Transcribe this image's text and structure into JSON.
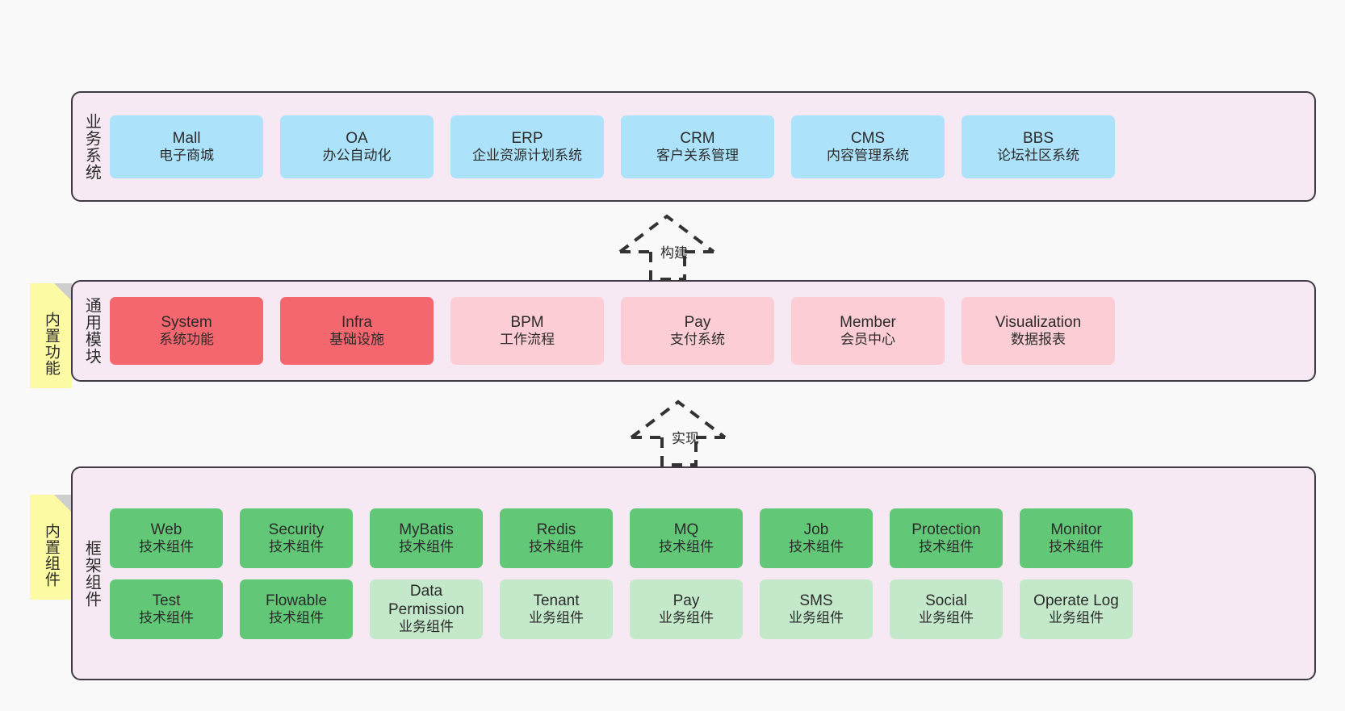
{
  "diagram": {
    "title": "",
    "background_color": "#f9f9f9",
    "panel_fill": "#f7e9f4",
    "panel_border": "#3f3a45",
    "note_fill": "#fcfaa2"
  },
  "layers": [
    {
      "key": "business",
      "title": "业务系统",
      "note": null,
      "rows": [
        {
          "boxes": [
            {
              "en": "Mall",
              "cn": "电子商城",
              "color": "#ace3fb",
              "style": "blue"
            },
            {
              "en": "OA",
              "cn": "办公自动化",
              "color": "#ace3fb",
              "style": "blue"
            },
            {
              "en": "ERP",
              "cn": "企业资源计划系统",
              "color": "#ace3fb",
              "style": "blue"
            },
            {
              "en": "CRM",
              "cn": "客户关系管理",
              "color": "#ace3fb",
              "style": "blue"
            },
            {
              "en": "CMS",
              "cn": "内容管理系统",
              "color": "#ace3fb",
              "style": "blue"
            },
            {
              "en": "BBS",
              "cn": "论坛社区系统",
              "color": "#ace3fb",
              "style": "blue"
            }
          ]
        }
      ]
    },
    {
      "key": "common",
      "title": "通用模块",
      "note": "内置功能",
      "rows": [
        {
          "boxes": [
            {
              "en": "System",
              "cn": "系统功能",
              "color": "#f4676e",
              "style": "red-strong"
            },
            {
              "en": "Infra",
              "cn": "基础设施",
              "color": "#f4676e",
              "style": "red-strong"
            },
            {
              "en": "BPM",
              "cn": "工作流程",
              "color": "#fccdd4",
              "style": "red-light"
            },
            {
              "en": "Pay",
              "cn": "支付系统",
              "color": "#fccdd4",
              "style": "red-light"
            },
            {
              "en": "Member",
              "cn": "会员中心",
              "color": "#fccdd4",
              "style": "red-light"
            },
            {
              "en": "Visualization",
              "cn": "数据报表",
              "color": "#fccdd4",
              "style": "red-light"
            }
          ]
        }
      ]
    },
    {
      "key": "framework",
      "title": "框架组件",
      "note": "内置组件",
      "rows": [
        {
          "boxes": [
            {
              "en": "Web",
              "cn": "技术组件",
              "color": "#62c878",
              "style": "green-strong"
            },
            {
              "en": "Security",
              "cn": "技术组件",
              "color": "#62c878",
              "style": "green-strong"
            },
            {
              "en": "MyBatis",
              "cn": "技术组件",
              "color": "#62c878",
              "style": "green-strong"
            },
            {
              "en": "Redis",
              "cn": "技术组件",
              "color": "#62c878",
              "style": "green-strong"
            },
            {
              "en": "MQ",
              "cn": "技术组件",
              "color": "#62c878",
              "style": "green-strong"
            },
            {
              "en": "Job",
              "cn": "技术组件",
              "color": "#62c878",
              "style": "green-strong"
            },
            {
              "en": "Protection",
              "cn": "技术组件",
              "color": "#62c878",
              "style": "green-strong"
            },
            {
              "en": "Monitor",
              "cn": "技术组件",
              "color": "#62c878",
              "style": "green-strong"
            }
          ]
        },
        {
          "boxes": [
            {
              "en": "Test",
              "cn": "技术组件",
              "color": "#62c878",
              "style": "green-strong"
            },
            {
              "en": "Flowable",
              "cn": "技术组件",
              "color": "#62c878",
              "style": "green-strong"
            },
            {
              "en": "Data Permission",
              "cn": "业务组件",
              "color": "#c3e9ca",
              "style": "green-light"
            },
            {
              "en": "Tenant",
              "cn": "业务组件",
              "color": "#c3e9ca",
              "style": "green-light"
            },
            {
              "en": "Pay",
              "cn": "业务组件",
              "color": "#c3e9ca",
              "style": "green-light"
            },
            {
              "en": "SMS",
              "cn": "业务组件",
              "color": "#c3e9ca",
              "style": "green-light"
            },
            {
              "en": "Social",
              "cn": "业务组件",
              "color": "#c3e9ca",
              "style": "green-light"
            },
            {
              "en": "Operate Log",
              "cn": "业务组件",
              "color": "#c3e9ca",
              "style": "green-light"
            }
          ]
        }
      ]
    }
  ],
  "connectors": [
    {
      "key": "build",
      "label": "构建",
      "from": "common",
      "to": "business",
      "style": "dashed-generalization"
    },
    {
      "key": "implement",
      "label": "实现",
      "from": "framework",
      "to": "common",
      "style": "dashed-generalization"
    }
  ]
}
